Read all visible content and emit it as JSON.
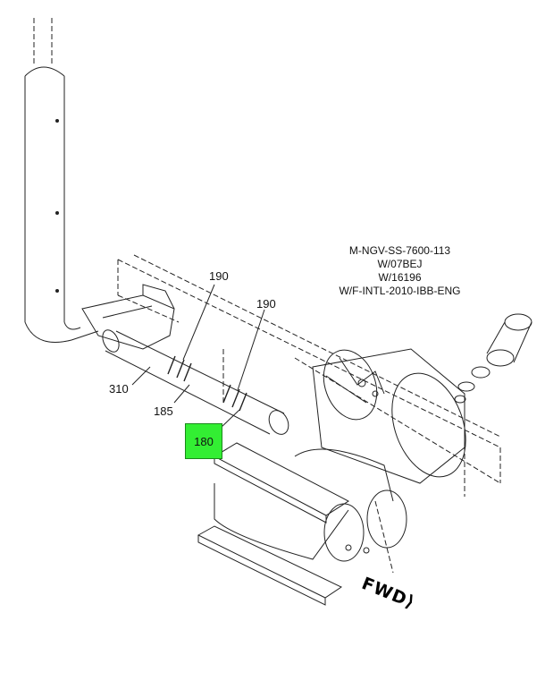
{
  "reference": {
    "lines": [
      "M-NGV-SS-7600-113",
      "W/07BEJ",
      "W/16196",
      "W/F-INTL-2010-IBB-ENG"
    ]
  },
  "callouts": [
    {
      "label": "190"
    },
    {
      "label": "190"
    },
    {
      "label": "310"
    },
    {
      "label": "185"
    }
  ],
  "highlight_callout": {
    "label": "180",
    "color": "#33ee33"
  },
  "direction_label": "FWD"
}
